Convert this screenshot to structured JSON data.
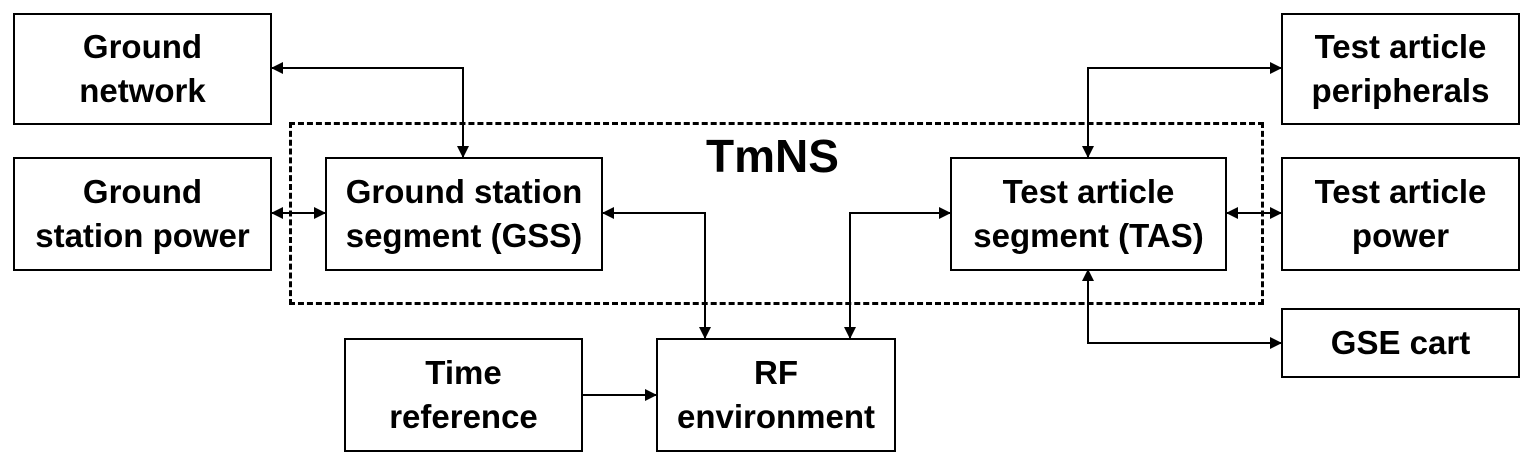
{
  "diagram": {
    "group": {
      "label": "TmNS"
    },
    "nodes": {
      "ground_network": "Ground\nnetwork",
      "ground_station_power": "Ground\nstation power",
      "gss": "Ground station\nsegment (GSS)",
      "time_reference": "Time\nreference",
      "rf_environment": "RF\nenvironment",
      "tas": "Test article\nsegment (TAS)",
      "test_article_peripherals": "Test article\nperipherals",
      "test_article_power": "Test article\npower",
      "gse_cart": "GSE cart"
    },
    "edges": [
      {
        "from": "ground_network",
        "to": "gss",
        "direction": "both"
      },
      {
        "from": "ground_station_power",
        "to": "gss",
        "direction": "both"
      },
      {
        "from": "gss",
        "to": "rf_environment",
        "direction": "both"
      },
      {
        "from": "time_reference",
        "to": "rf_environment",
        "direction": "forward"
      },
      {
        "from": "rf_environment",
        "to": "tas",
        "direction": "both"
      },
      {
        "from": "tas",
        "to": "test_article_peripherals",
        "direction": "both"
      },
      {
        "from": "tas",
        "to": "test_article_power",
        "direction": "both"
      },
      {
        "from": "tas",
        "to": "gse_cart",
        "direction": "both"
      }
    ],
    "colors": {
      "stroke": "#000000",
      "fill": "#ffffff"
    }
  }
}
